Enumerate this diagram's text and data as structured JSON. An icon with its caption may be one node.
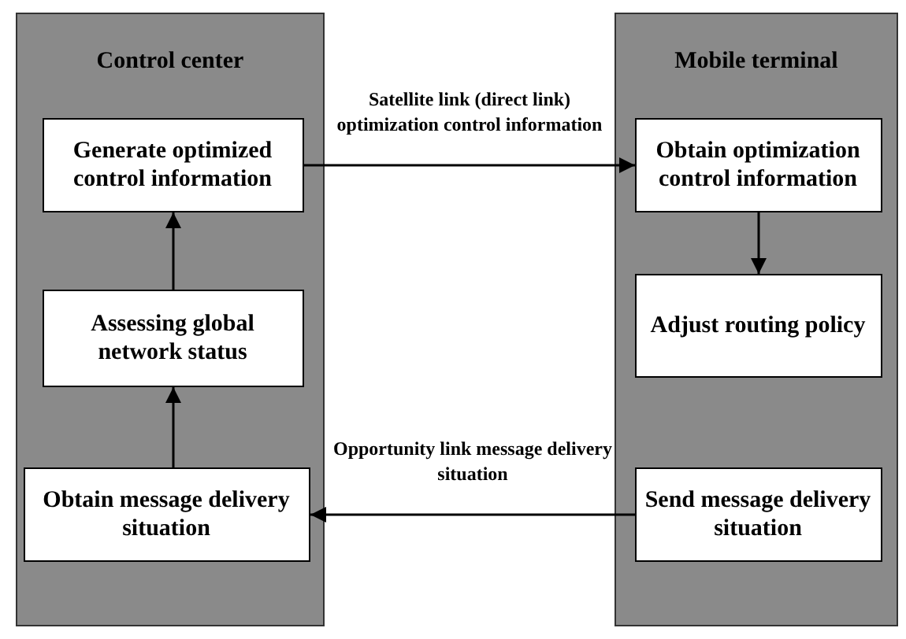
{
  "diagram": {
    "nodes": [
      {
        "text": [
          "Control center"
        ]
      },
      {
        "text": [
          "Generate optimized control information"
        ],
        "in": 0
      },
      {
        "text": [
          "Assessing global network status"
        ],
        "in": 0
      },
      {
        "text": [
          "Obtain message delivery situation"
        ],
        "in": 0
      },
      {
        "text": [
          "Mobile terminal"
        ]
      },
      {
        "text": [
          "Obtain optimization control information"
        ],
        "in": 4
      },
      {
        "text": [
          "Adjust routing policy"
        ],
        "in": 4
      },
      {
        "text": [
          "Send message delivery situation"
        ],
        "in": 4
      }
    ],
    "edges": [
      {
        "from": 1,
        "to": 5,
        "arrow": "to",
        "label": "Satellite link (direct link) optimization control information"
      },
      {
        "from": 5,
        "to": 6,
        "arrow": "to"
      },
      {
        "from": 7,
        "to": 3,
        "arrow": "to",
        "label": "Opportunity link message delivery situation"
      },
      {
        "from": 3,
        "to": 2,
        "arrow": "to"
      },
      {
        "from": 2,
        "to": 1,
        "arrow": "to"
      }
    ]
  }
}
